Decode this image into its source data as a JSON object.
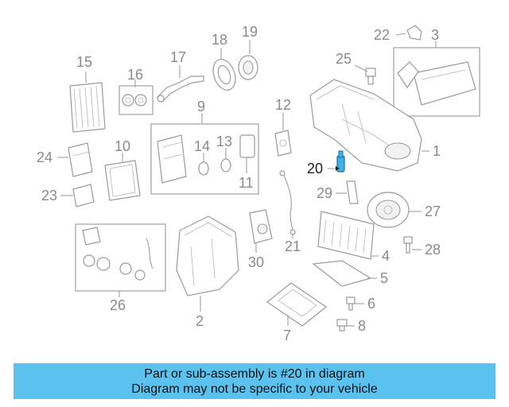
{
  "diagram": {
    "highlight_color": "#3db3ea",
    "callouts": [
      "1",
      "2",
      "3",
      "4",
      "5",
      "6",
      "7",
      "8",
      "9",
      "10",
      "11",
      "12",
      "13",
      "14",
      "15",
      "16",
      "17",
      "18",
      "19",
      "20",
      "21",
      "22",
      "23",
      "24",
      "25",
      "26",
      "27",
      "28",
      "29",
      "30"
    ]
  },
  "banner": {
    "color": "#5bc2f0",
    "line1": "Part or sub-assembly is #20 in diagram",
    "line2": "Diagram may not be specific to your vehicle"
  }
}
